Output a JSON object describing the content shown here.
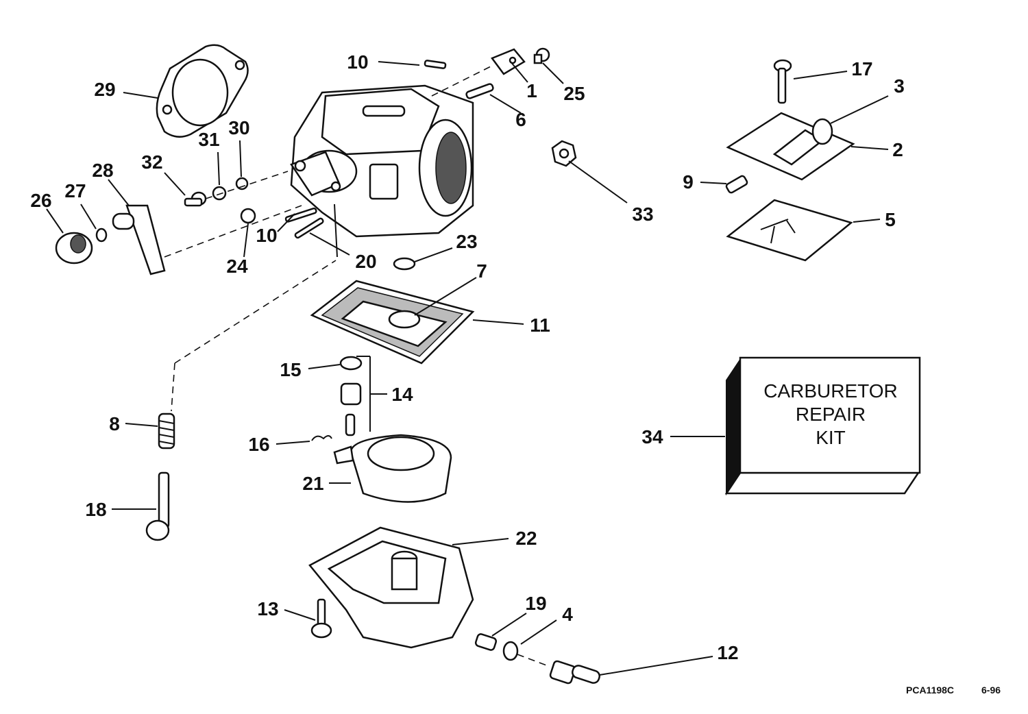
{
  "callouts": [
    {
      "n": "1"
    },
    {
      "n": "2"
    },
    {
      "n": "3"
    },
    {
      "n": "4"
    },
    {
      "n": "5"
    },
    {
      "n": "6"
    },
    {
      "n": "7"
    },
    {
      "n": "8"
    },
    {
      "n": "9"
    },
    {
      "n": "10"
    },
    {
      "n": "10"
    },
    {
      "n": "11"
    },
    {
      "n": "12"
    },
    {
      "n": "13"
    },
    {
      "n": "14"
    },
    {
      "n": "15"
    },
    {
      "n": "16"
    },
    {
      "n": "17"
    },
    {
      "n": "18"
    },
    {
      "n": "19"
    },
    {
      "n": "20"
    },
    {
      "n": "21"
    },
    {
      "n": "22"
    },
    {
      "n": "23"
    },
    {
      "n": "24"
    },
    {
      "n": "25"
    },
    {
      "n": "26"
    },
    {
      "n": "27"
    },
    {
      "n": "28"
    },
    {
      "n": "29"
    },
    {
      "n": "30"
    },
    {
      "n": "31"
    },
    {
      "n": "32"
    },
    {
      "n": "33"
    },
    {
      "n": "34"
    }
  ],
  "kit_box": {
    "line1": "CARBURETOR",
    "line2": "REPAIR",
    "line3": "KIT"
  },
  "footer": {
    "drawing_code": "PCA1198C",
    "date": "6-96"
  }
}
